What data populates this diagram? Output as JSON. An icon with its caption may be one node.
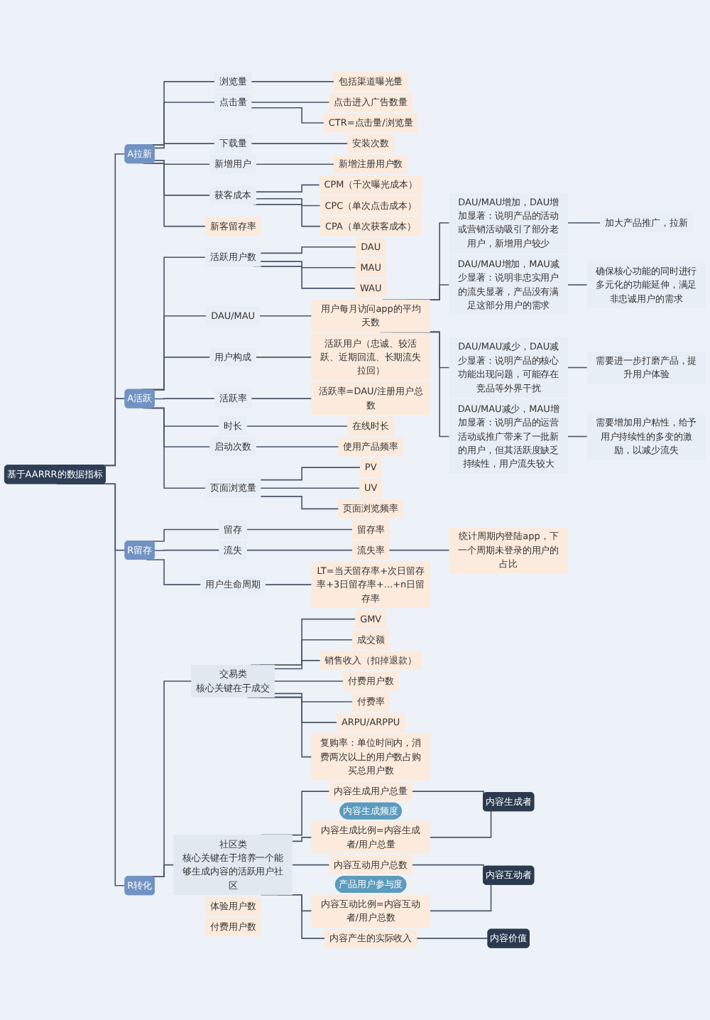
{
  "diagram": {
    "nodes": [
      {
        "text": [
          "基于AARRR的数据指标"
        ]
      },
      {
        "text": [
          "A拉新"
        ]
      },
      {
        "text": [
          "浏览量"
        ]
      },
      {
        "text": [
          "包括渠道曝光量"
        ]
      },
      {
        "text": [
          "点击量"
        ]
      },
      {
        "text": [
          "点击进入广告数量"
        ]
      },
      {
        "text": [
          "CTR=点击量/浏览量"
        ]
      },
      {
        "text": [
          "下载量"
        ]
      },
      {
        "text": [
          "安装次数"
        ]
      },
      {
        "text": [
          "新增用户"
        ]
      },
      {
        "text": [
          "新增注册用户数"
        ]
      },
      {
        "text": [
          "获客成本"
        ]
      },
      {
        "text": [
          "CPM（千次曝光成本）"
        ]
      },
      {
        "text": [
          "CPC（单次点击成本）"
        ]
      },
      {
        "text": [
          "CPA（单次获客成本）"
        ]
      },
      {
        "text": [
          "新客留存率"
        ]
      },
      {
        "text": [
          "A活跃"
        ]
      },
      {
        "text": [
          "活跃用户数"
        ]
      },
      {
        "text": [
          "DAU"
        ]
      },
      {
        "text": [
          "MAU"
        ]
      },
      {
        "text": [
          "WAU"
        ]
      },
      {
        "text": [
          "DAU/MAU"
        ]
      },
      {
        "text": [
          "用户每月访问app的平均天数"
        ]
      },
      {
        "text": [
          "DAU/MAU增加，DAU增加显著：说明产品的活动或营销活动吸引了部分老用户，新增用户较少"
        ]
      },
      {
        "text": [
          "加大产品推广，拉新"
        ]
      },
      {
        "text": [
          "DAU/MAU增加，MAU减少显著：说明非忠实用户的流失显著，产品没有满足这部分用户的需求"
        ]
      },
      {
        "text": [
          "确保核心功能的同时进行多元化的功能延伸，满足非忠诚用户的需求"
        ]
      },
      {
        "text": [
          "DAU/MAU减少，DAU减少显著：说明产品的核心功能出现问题，可能存在竞品等外界干扰"
        ]
      },
      {
        "text": [
          "需要进一步打磨产品，提升用户体验"
        ]
      },
      {
        "text": [
          "DAU/MAU减少，MAU增加显著：说明产品的运营活动或推广带来了一批新的用户，但其活跃度缺乏持续性，用户流失较大"
        ]
      },
      {
        "text": [
          "需要增加用户粘性，给予用户持续性的多变的激励，以减少流失"
        ]
      },
      {
        "text": [
          "用户构成"
        ]
      },
      {
        "text": [
          "活跃用户（忠诚、较活跃、近期回流、长期流失拉回）"
        ]
      },
      {
        "text": [
          "活跃率"
        ]
      },
      {
        "text": [
          "活跃率=DAU/注册用户总数"
        ]
      },
      {
        "text": [
          "时长"
        ]
      },
      {
        "text": [
          "在线时长"
        ]
      },
      {
        "text": [
          "启动次数"
        ]
      },
      {
        "text": [
          "使用产品频率"
        ]
      },
      {
        "text": [
          "页面浏览量"
        ]
      },
      {
        "text": [
          "PV"
        ]
      },
      {
        "text": [
          "UV"
        ]
      },
      {
        "text": [
          "页面浏览频率"
        ]
      },
      {
        "text": [
          "R留存"
        ]
      },
      {
        "text": [
          "留存"
        ]
      },
      {
        "text": [
          "留存率"
        ]
      },
      {
        "text": [
          "流失"
        ]
      },
      {
        "text": [
          "流失率"
        ]
      },
      {
        "text": [
          "统计周期内登陆app，下一个周期未登录的用户的占比"
        ]
      },
      {
        "text": [
          "用户生命周期"
        ]
      },
      {
        "text": [
          "LT=当天留存率+次日留存率+3日留存率+...+n日留存率"
        ]
      },
      {
        "text": [
          "R转化"
        ]
      },
      {
        "text": [
          "交易类",
          "核心关键在于成交"
        ]
      },
      {
        "text": [
          "GMV"
        ]
      },
      {
        "text": [
          "成交额"
        ]
      },
      {
        "text": [
          "销售收入（扣掉退款）"
        ]
      },
      {
        "text": [
          "付费用户数"
        ]
      },
      {
        "text": [
          "付费率"
        ]
      },
      {
        "text": [
          "ARPU/ARPPU"
        ]
      },
      {
        "text": [
          "复购率：单位时间内，消费两次以上的用户数占购买总用户数"
        ]
      },
      {
        "text": [
          "社区类",
          "核心关键在于培养一个能够生成内容的活跃用户社区"
        ]
      },
      {
        "text": [
          "内容生成用户总量"
        ]
      },
      {
        "text": [
          "内容生成频度"
        ]
      },
      {
        "text": [
          "内容生成比例=内容生成者/用户总量"
        ]
      },
      {
        "text": [
          "内容互动用户总数"
        ]
      },
      {
        "text": [
          "产品用户参与度"
        ]
      },
      {
        "text": [
          "内容互动比例=内容互动者/用户总数"
        ]
      },
      {
        "text": [
          "内容产生的实际收入"
        ]
      },
      {
        "text": [
          "内容生成者"
        ]
      },
      {
        "text": [
          "内容互动者"
        ]
      },
      {
        "text": [
          "内容价值"
        ]
      },
      {
        "text": [
          "体验用户数"
        ]
      },
      {
        "text": [
          "付费用户数"
        ]
      }
    ],
    "edges": [
      {
        "from": 0,
        "to": 1,
        "arrow": "none"
      },
      {
        "from": 1,
        "to": 2,
        "arrow": "none"
      },
      {
        "from": 2,
        "to": 3,
        "arrow": "none"
      },
      {
        "from": 1,
        "to": 4,
        "arrow": "none"
      },
      {
        "from": 4,
        "to": 5,
        "arrow": "none"
      },
      {
        "from": 4,
        "to": 6,
        "arrow": "none"
      },
      {
        "from": 1,
        "to": 7,
        "arrow": "none"
      },
      {
        "from": 7,
        "to": 8,
        "arrow": "none"
      },
      {
        "from": 1,
        "to": 9,
        "arrow": "none"
      },
      {
        "from": 9,
        "to": 10,
        "arrow": "none"
      },
      {
        "from": 1,
        "to": 11,
        "arrow": "none"
      },
      {
        "from": 11,
        "to": 12,
        "arrow": "none"
      },
      {
        "from": 11,
        "to": 13,
        "arrow": "none"
      },
      {
        "from": 11,
        "to": 14,
        "arrow": "none"
      },
      {
        "from": 1,
        "to": 15,
        "arrow": "none"
      },
      {
        "from": 0,
        "to": 16,
        "arrow": "none"
      },
      {
        "from": 16,
        "to": 17,
        "arrow": "none"
      },
      {
        "from": 17,
        "to": 18,
        "arrow": "none"
      },
      {
        "from": 17,
        "to": 19,
        "arrow": "none"
      },
      {
        "from": 17,
        "to": 20,
        "arrow": "none"
      },
      {
        "from": 16,
        "to": 21,
        "arrow": "none"
      },
      {
        "from": 21,
        "to": 22,
        "arrow": "none"
      },
      {
        "from": 22,
        "to": 23,
        "arrow": "none"
      },
      {
        "from": 23,
        "to": 24,
        "arrow": "none"
      },
      {
        "from": 22,
        "to": 25,
        "arrow": "none"
      },
      {
        "from": 25,
        "to": 26,
        "arrow": "none"
      },
      {
        "from": 22,
        "to": 27,
        "arrow": "none"
      },
      {
        "from": 27,
        "to": 28,
        "arrow": "none"
      },
      {
        "from": 22,
        "to": 29,
        "arrow": "none"
      },
      {
        "from": 29,
        "to": 30,
        "arrow": "none"
      },
      {
        "from": 16,
        "to": 31,
        "arrow": "none"
      },
      {
        "from": 31,
        "to": 32,
        "arrow": "none"
      },
      {
        "from": 16,
        "to": 33,
        "arrow": "none"
      },
      {
        "from": 33,
        "to": 34,
        "arrow": "none"
      },
      {
        "from": 16,
        "to": 35,
        "arrow": "none"
      },
      {
        "from": 35,
        "to": 36,
        "arrow": "none"
      },
      {
        "from": 16,
        "to": 37,
        "arrow": "none"
      },
      {
        "from": 37,
        "to": 38,
        "arrow": "none"
      },
      {
        "from": 16,
        "to": 39,
        "arrow": "none"
      },
      {
        "from": 39,
        "to": 40,
        "arrow": "none"
      },
      {
        "from": 39,
        "to": 41,
        "arrow": "none"
      },
      {
        "from": 39,
        "to": 42,
        "arrow": "none"
      },
      {
        "from": 0,
        "to": 43,
        "arrow": "none"
      },
      {
        "from": 43,
        "to": 44,
        "arrow": "none"
      },
      {
        "from": 44,
        "to": 45,
        "arrow": "none"
      },
      {
        "from": 43,
        "to": 46,
        "arrow": "none"
      },
      {
        "from": 46,
        "to": 47,
        "arrow": "none"
      },
      {
        "from": 47,
        "to": 48,
        "arrow": "none"
      },
      {
        "from": 43,
        "to": 49,
        "arrow": "none"
      },
      {
        "from": 49,
        "to": 50,
        "arrow": "none"
      },
      {
        "from": 0,
        "to": 51,
        "arrow": "none"
      },
      {
        "from": 51,
        "to": 52,
        "arrow": "none"
      },
      {
        "from": 52,
        "to": 53,
        "arrow": "none"
      },
      {
        "from": 52,
        "to": 54,
        "arrow": "none"
      },
      {
        "from": 52,
        "to": 55,
        "arrow": "none"
      },
      {
        "from": 52,
        "to": 56,
        "arrow": "none"
      },
      {
        "from": 52,
        "to": 57,
        "arrow": "none"
      },
      {
        "from": 52,
        "to": 58,
        "arrow": "none"
      },
      {
        "from": 52,
        "to": 59,
        "arrow": "none"
      },
      {
        "from": 51,
        "to": 60,
        "arrow": "none"
      },
      {
        "from": 60,
        "to": 61,
        "arrow": "none"
      },
      {
        "from": 60,
        "to": 63,
        "arrow": "none"
      },
      {
        "from": 60,
        "to": 64,
        "arrow": "none"
      },
      {
        "from": 60,
        "to": 66,
        "arrow": "none"
      },
      {
        "from": 60,
        "to": 67,
        "arrow": "none"
      },
      {
        "from": 61,
        "to": 68,
        "arrow": "none"
      },
      {
        "from": 63,
        "to": 68,
        "arrow": "none"
      },
      {
        "from": 64,
        "to": 69,
        "arrow": "none"
      },
      {
        "from": 66,
        "to": 69,
        "arrow": "none"
      },
      {
        "from": 67,
        "to": 70,
        "arrow": "none"
      }
    ]
  }
}
